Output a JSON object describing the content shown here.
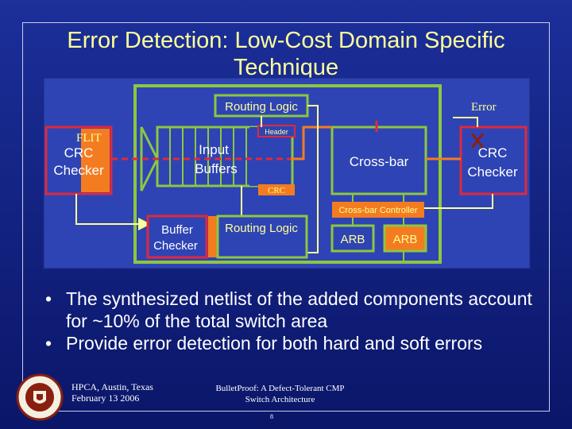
{
  "slide": {
    "title": "Error Detection: Low-Cost Domain Specific Technique",
    "bullets": [
      "The synthesized netlist of the added components account for ~10% of the total switch area",
      "Provide error detection for both hard and soft errors"
    ],
    "footer": {
      "venue": "HPCA, Austin, Texas",
      "date": "February 13 2006",
      "paper_line1": "BulletProof: A Defect-Tolerant CMP",
      "paper_line2": "Switch Architecture",
      "page_number": "8"
    }
  },
  "diagram": {
    "routing_logic_top": "Routing Logic",
    "error": "Error",
    "flit": "FLIT",
    "crc_checker_left": [
      "CRC",
      "Checker"
    ],
    "header": "Header",
    "input_buffers": [
      "Input",
      "Buffers"
    ],
    "crossbar": "Cross-bar",
    "crc_checker_right": [
      "CRC",
      "Checker"
    ],
    "crc_label": "CRC",
    "crossbar_controller": "Cross-bar Controller",
    "buffer_checker": [
      "Buffer",
      "Checker"
    ],
    "routing_logic_bottom": "Routing Logic",
    "arb_1": "ARB",
    "arb_2": "ARB",
    "colors": {
      "green_border": "#8ec63f",
      "orange": "#f47c20",
      "red": "#e0293b",
      "yellow_text": "#ffff99",
      "title": "#ffff99"
    }
  }
}
